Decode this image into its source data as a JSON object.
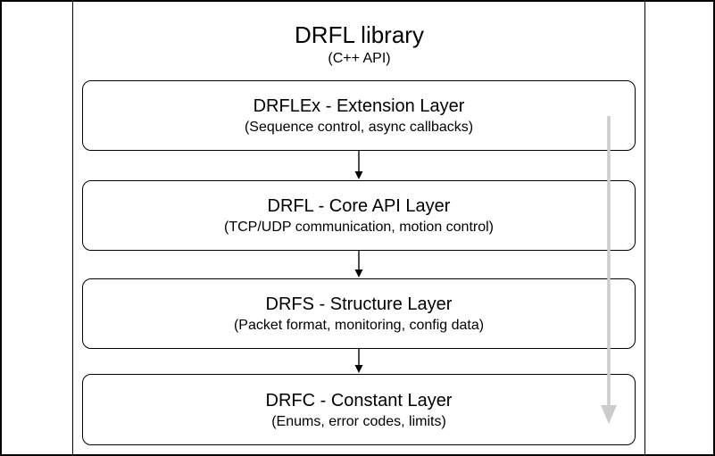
{
  "diagram": {
    "title": "DRFL library",
    "subtitle": "(C++ API)",
    "layers": [
      {
        "title": "DRFLEx - Extension Layer",
        "subtitle": "(Sequence control, async callbacks)"
      },
      {
        "title": "DRFL - Core API Layer",
        "subtitle": "(TCP/UDP communication, motion control)"
      },
      {
        "title": "DRFS - Structure Layer",
        "subtitle": "(Packet format, monitoring, config data)"
      },
      {
        "title": "DRFC - Constant Layer",
        "subtitle": "(Enums, error codes, limits)"
      }
    ],
    "colors": {
      "background": "#ffffff",
      "border": "#000000",
      "text": "#000000",
      "flow_arrow": "#000000",
      "span_arrow": "#cccccc"
    }
  }
}
